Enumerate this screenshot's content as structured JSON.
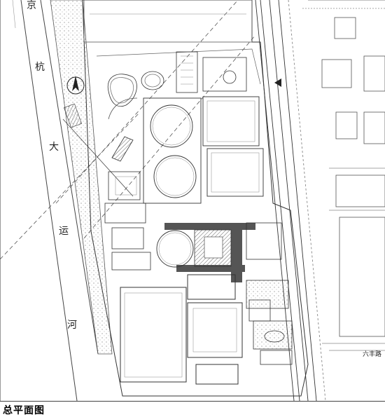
{
  "caption": "总平面图",
  "canal": {
    "chars": [
      "京",
      "杭",
      "大",
      "运",
      "河"
    ]
  },
  "road": {
    "label": "六丰路"
  },
  "colors": {
    "line": "#333333",
    "light_line": "#888888",
    "dark_fill": "#555555",
    "hatch": "#bbbbbb"
  }
}
